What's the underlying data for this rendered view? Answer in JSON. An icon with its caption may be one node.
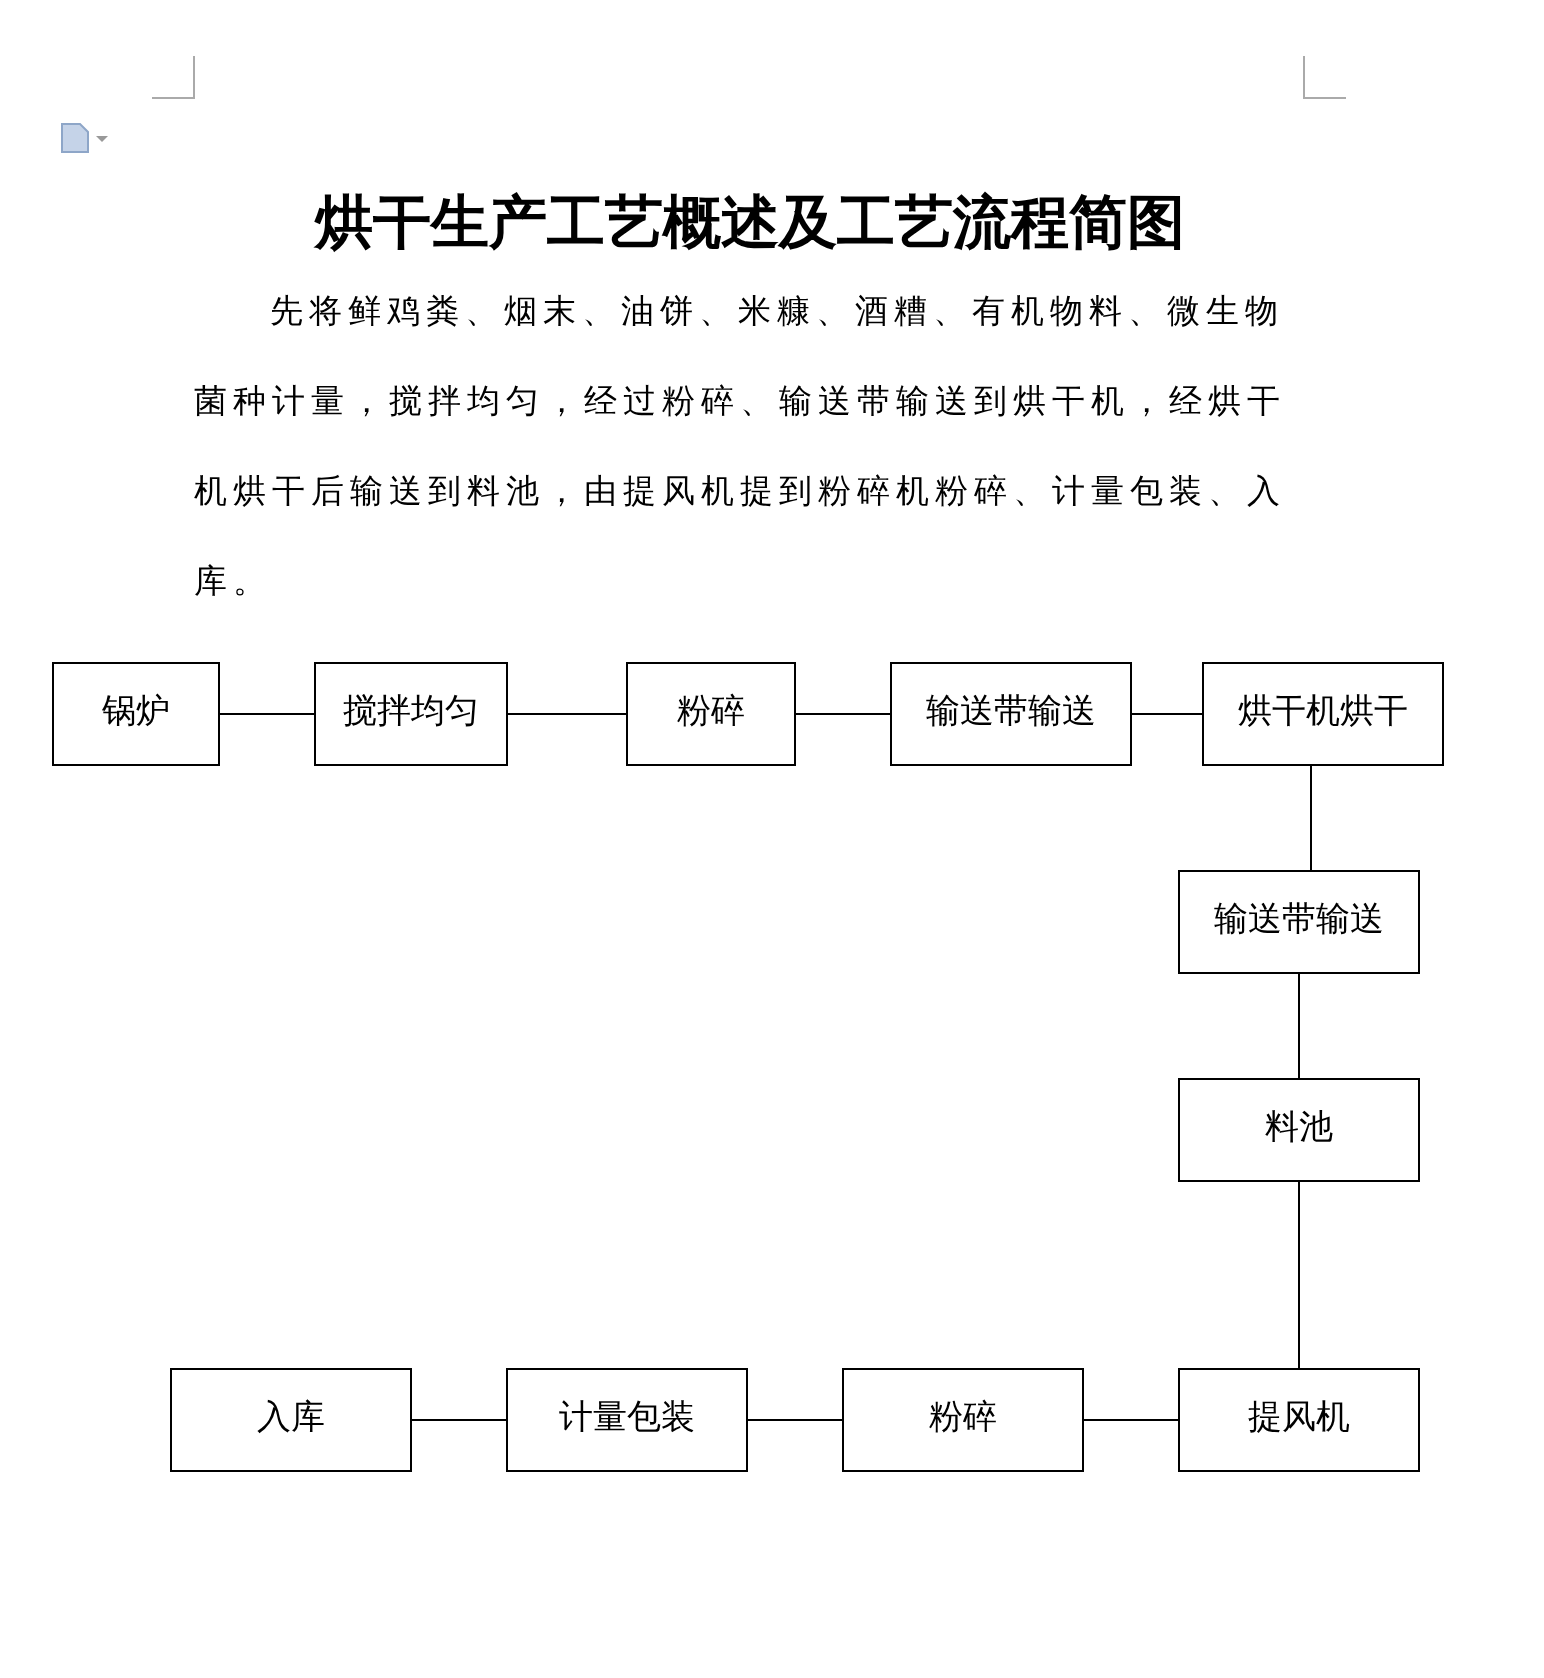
{
  "diagram": {
    "title": "烘干生产工艺概述及工艺流程简图",
    "nodes": [
      {
        "text": [
          "锅炉"
        ]
      },
      {
        "text": [
          "搅拌均匀"
        ]
      },
      {
        "text": [
          "粉碎"
        ]
      },
      {
        "text": [
          "输送带输送"
        ]
      },
      {
        "text": [
          "烘干机烘干"
        ]
      },
      {
        "text": [
          "输送带输送"
        ]
      },
      {
        "text": [
          "料池"
        ]
      },
      {
        "text": [
          "提风机"
        ]
      },
      {
        "text": [
          "粉碎"
        ]
      },
      {
        "text": [
          "计量包装"
        ]
      },
      {
        "text": [
          "入库"
        ]
      }
    ],
    "edges": [
      {
        "from": 0,
        "to": 1,
        "arrow": "none"
      },
      {
        "from": 1,
        "to": 2,
        "arrow": "none"
      },
      {
        "from": 2,
        "to": 3,
        "arrow": "none"
      },
      {
        "from": 3,
        "to": 4,
        "arrow": "none"
      },
      {
        "from": 4,
        "to": 5,
        "arrow": "none"
      },
      {
        "from": 5,
        "to": 6,
        "arrow": "none"
      },
      {
        "from": 6,
        "to": 7,
        "arrow": "none"
      },
      {
        "from": 7,
        "to": 8,
        "arrow": "none"
      },
      {
        "from": 8,
        "to": 9,
        "arrow": "none"
      },
      {
        "from": 9,
        "to": 10,
        "arrow": "none"
      }
    ],
    "labels": [
      "先将鲜鸡粪、烟末、油饼、米糠、酒糟、有机物料、微生物菌种计量，搅拌均匀，经过粉碎、输送带输送到烘干机，经烘干机烘干后输送到料池，由提风机提到粉碎机粉碎、计量包装、入库。"
    ]
  }
}
